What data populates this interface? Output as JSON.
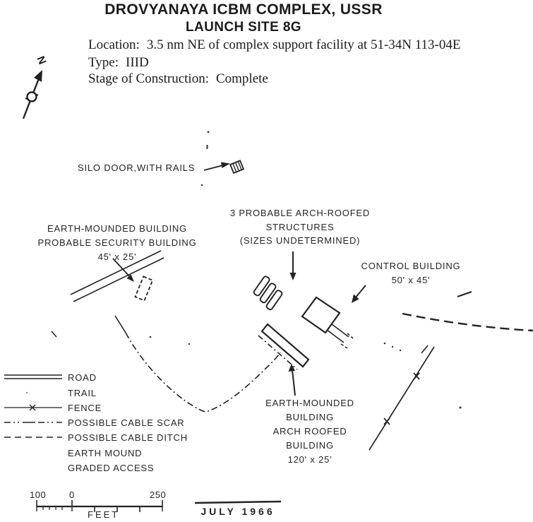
{
  "header": {
    "title": "DROVYANAYA ICBM COMPLEX, USSR",
    "subtitle": "LAUNCH SITE 8G",
    "info_lines": [
      {
        "label": "Location:",
        "value": "3.5 nm NE of complex support facility at 51-34N  113-04E"
      },
      {
        "label": "Type:",
        "value": "IIID"
      },
      {
        "label": "Stage of Construction:",
        "value": "Complete"
      }
    ]
  },
  "compass": {
    "north_label": "N"
  },
  "annotations": {
    "silo_door": "SILO DOOR,WITH RAILS",
    "arch_structures": [
      "3 PROBABLE ARCH-ROOFED",
      "STRUCTURES",
      "(SIZES UNDETERMINED)"
    ],
    "control_building": [
      "CONTROL BUILDING",
      "50' x 45'"
    ],
    "security_building": [
      "EARTH-MOUNDED BUILDING",
      "PROBABLE SECURITY BUILDING",
      "45' x 25'"
    ],
    "arch_roofed_building": [
      "EARTH-MOUNDED",
      "BUILDING",
      "ARCH ROOFED",
      "BUILDING",
      "120' x 25'"
    ]
  },
  "legend": {
    "items": [
      {
        "label": "ROAD",
        "symbol": "road-line-symbol"
      },
      {
        "label": "TRAIL",
        "symbol": "trail-line-symbol"
      },
      {
        "label": "FENCE",
        "symbol": "fence-line-symbol"
      },
      {
        "label": "POSSIBLE CABLE SCAR",
        "symbol": "cable-scar-line-symbol"
      },
      {
        "label": "POSSIBLE CABLE DITCH",
        "symbol": "cable-ditch-line-symbol"
      },
      {
        "label": "EARTH MOUND",
        "symbol": "earth-mound-symbol"
      },
      {
        "label": "GRADED ACCESS",
        "symbol": "graded-access-symbol"
      }
    ]
  },
  "scale_bar": {
    "left_value": "100",
    "zero_value": "0",
    "right_value": "250",
    "unit": "FEET"
  },
  "date": "JULY 1966",
  "colors": {
    "ink": "#222222",
    "paper": "#ffffff"
  }
}
